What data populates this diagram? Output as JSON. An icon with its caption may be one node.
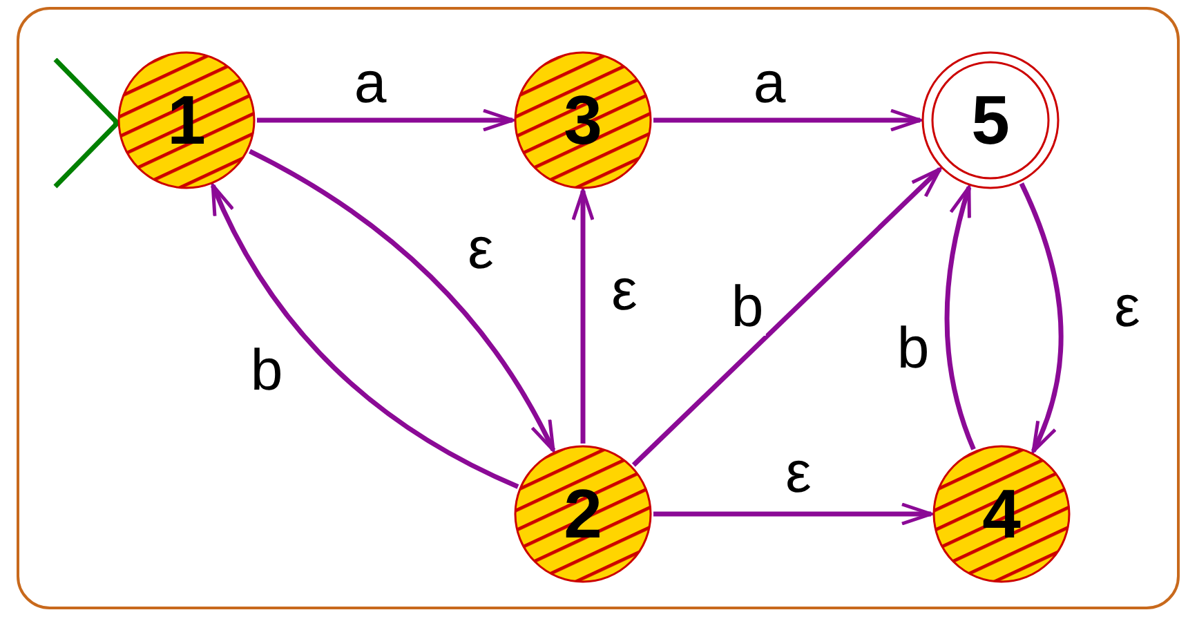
{
  "diagram": {
    "nodes": [
      {
        "text": [
          "1"
        ]
      },
      {
        "text": [
          "3"
        ]
      },
      {
        "text": [
          "5"
        ]
      },
      {
        "text": [
          "2"
        ]
      },
      {
        "text": [
          "4"
        ]
      }
    ],
    "edges": [
      {
        "from": 0,
        "to": 1,
        "arrow": "to",
        "label": "a"
      },
      {
        "from": 1,
        "to": 2,
        "arrow": "to",
        "label": "a"
      },
      {
        "from": 0,
        "to": 3,
        "arrow": "to",
        "label": "ε"
      },
      {
        "from": 3,
        "to": 0,
        "arrow": "to",
        "label": "b"
      },
      {
        "from": 3,
        "to": 1,
        "arrow": "to",
        "label": "ε"
      },
      {
        "from": 3,
        "to": 2,
        "arrow": "to",
        "label": "b"
      },
      {
        "from": 3,
        "to": 4,
        "arrow": "to",
        "label": "ε"
      },
      {
        "from": 4,
        "to": 2,
        "arrow": "to",
        "label": "b"
      },
      {
        "from": 2,
        "to": 4,
        "arrow": "to",
        "label": "ε"
      },
      {
        "from": null,
        "to": 0,
        "arrow": "to",
        "color": "#008000"
      }
    ]
  }
}
